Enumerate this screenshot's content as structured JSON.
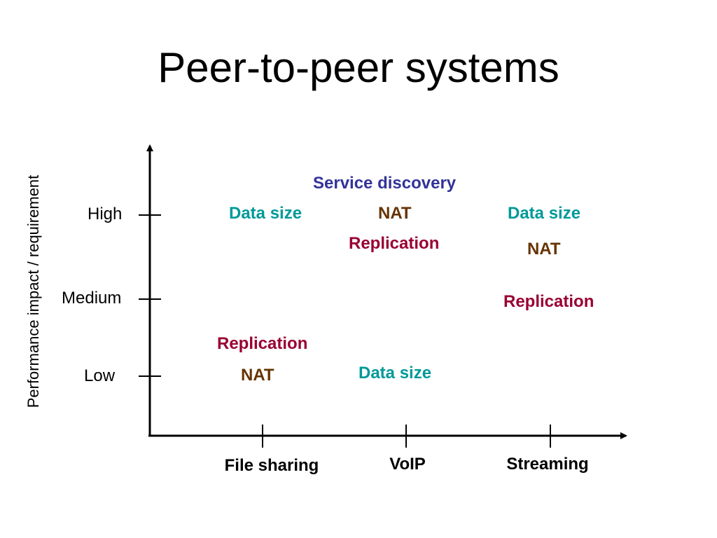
{
  "slide": {
    "title": "Peer-to-peer systems"
  },
  "colors": {
    "service_discovery": "#333399",
    "data_size": "#009999",
    "nat": "#663300",
    "replication": "#990033"
  },
  "diagram": {
    "y_axis_label": "Performance impact / requirement",
    "levels": [
      "High",
      "Medium",
      "Low"
    ],
    "categories": [
      "File sharing",
      "VoIP",
      "Streaming"
    ],
    "items": [
      {
        "text": "Service discovery",
        "category": "VoIP",
        "level": "High",
        "kind": "service_discovery"
      },
      {
        "text": "Data size",
        "category": "File sharing",
        "level": "High",
        "kind": "data_size"
      },
      {
        "text": "NAT",
        "category": "VoIP",
        "level": "High",
        "kind": "nat"
      },
      {
        "text": "Replication",
        "category": "VoIP",
        "level": "High",
        "kind": "replication"
      },
      {
        "text": "Data size",
        "category": "Streaming",
        "level": "High",
        "kind": "data_size"
      },
      {
        "text": "NAT",
        "category": "Streaming",
        "level": "High",
        "kind": "nat"
      },
      {
        "text": "Replication",
        "category": "Streaming",
        "level": "Medium",
        "kind": "replication"
      },
      {
        "text": "Replication",
        "category": "File sharing",
        "level": "Low",
        "kind": "replication"
      },
      {
        "text": "NAT",
        "category": "File sharing",
        "level": "Low",
        "kind": "nat"
      },
      {
        "text": "Data size",
        "category": "VoIP",
        "level": "Low",
        "kind": "data_size"
      }
    ]
  }
}
